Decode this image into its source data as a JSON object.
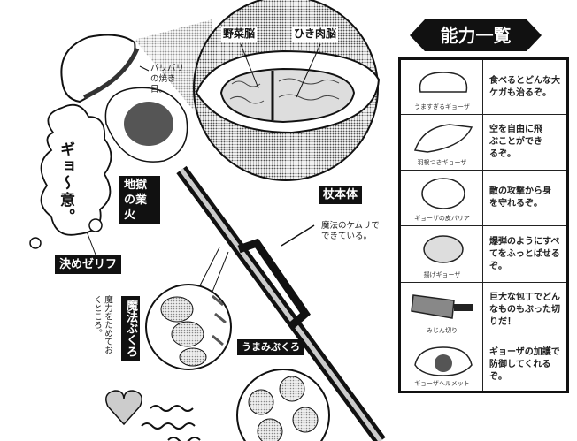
{
  "title_banner": "能力一覧",
  "labels": {
    "vegetable_brain": "野菜脳",
    "meat_brain": "ひき肉脳",
    "crispy_note": "パリパリの焼き目。",
    "hellfire": "地獄の業火",
    "staff_body": "杖本体",
    "staff_note": "魔法のケムリでできている。",
    "catchphrase_label": "決めゼリフ",
    "catchphrase": "ギョ〜意。",
    "magic_pouch": "魔法ぶくろ",
    "magic_pouch_note": "魔力をためておくところ。",
    "umami_pouch": "うまみぶくろ"
  },
  "abilities": [
    {
      "name": "うますぎるギョーザ",
      "desc": "食べるとどんな大ケガも治るぞ。"
    },
    {
      "name": "羽根つきギョーザ",
      "desc": "空を自由に飛ぶことができるぞ。"
    },
    {
      "name": "ギョーザの皮バリア",
      "desc": "敵の攻撃から身を守れるぞ。"
    },
    {
      "name": "揚げギョーザ",
      "desc": "爆弾のようにすべてをふっとばせるぞ。"
    },
    {
      "name": "みじん切り",
      "desc": "巨大な包丁でどんなものもぶった切りだ！"
    },
    {
      "name": "ギョーザヘルメット",
      "desc": "ギョーザの加護で防御してくれるぞ。"
    }
  ],
  "colors": {
    "ink": "#111111",
    "screentone": "#9a9a9a"
  }
}
